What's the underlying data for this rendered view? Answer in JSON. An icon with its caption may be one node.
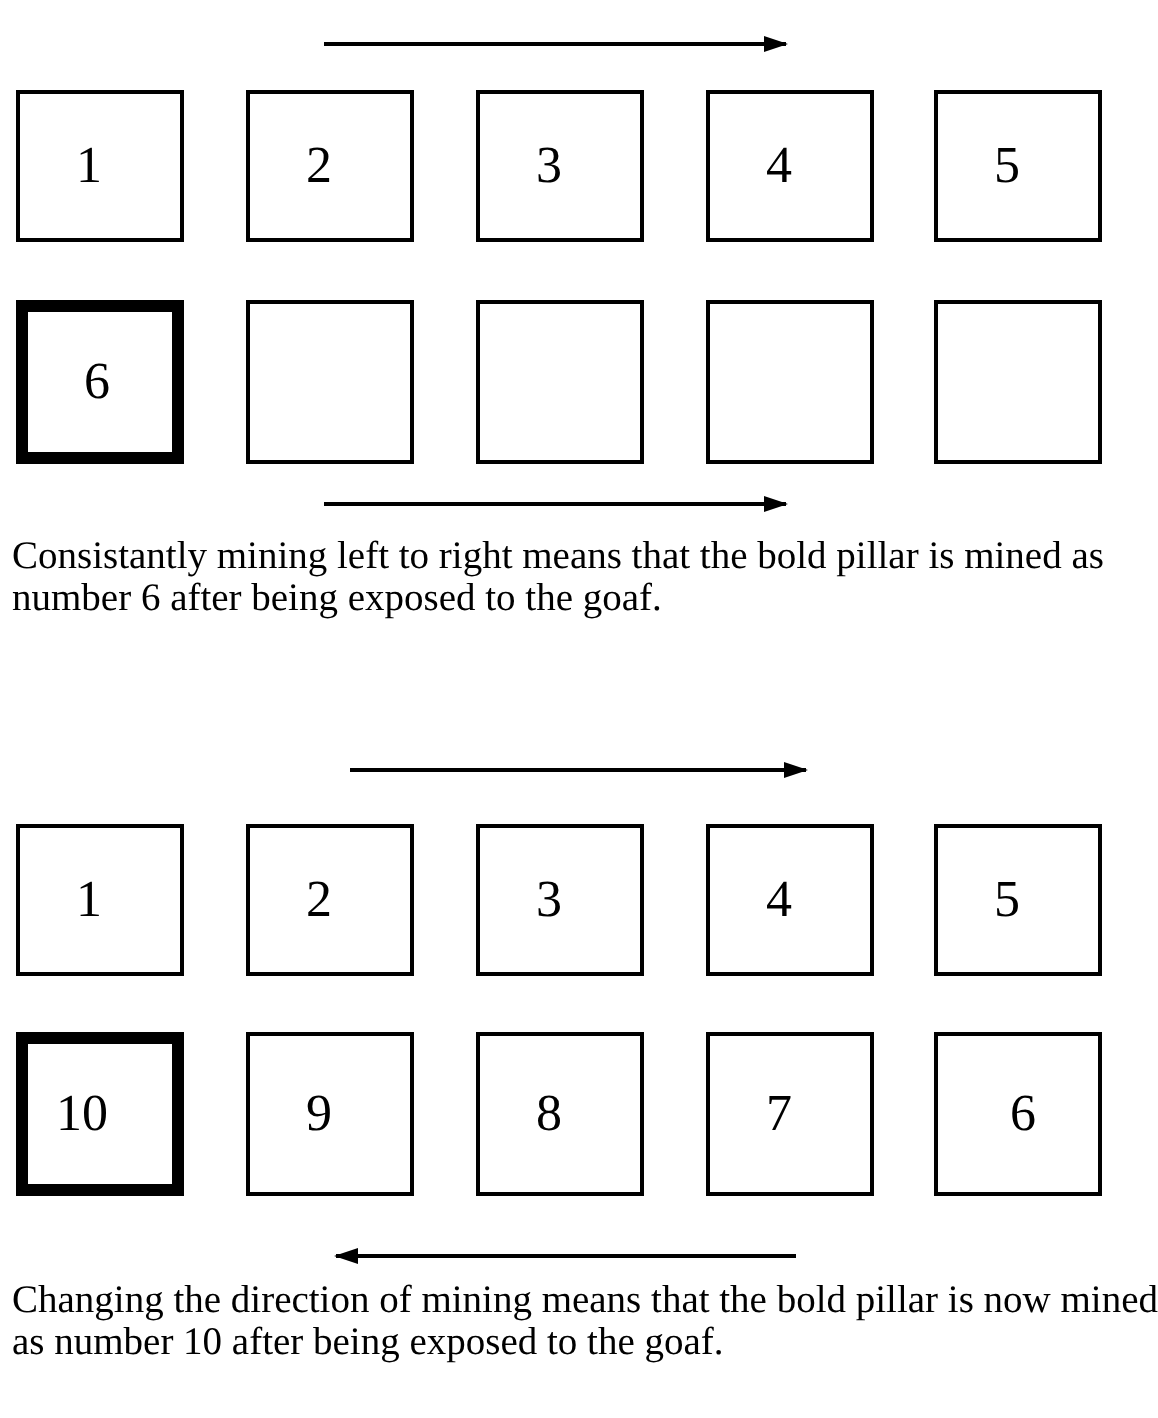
{
  "diagram": {
    "nodes": [
      {
        "text": [
          "1"
        ]
      },
      {
        "text": [
          "2"
        ]
      },
      {
        "text": [
          "3"
        ]
      },
      {
        "text": [
          "4"
        ]
      },
      {
        "text": [
          "5"
        ]
      },
      {
        "text": [
          "6"
        ]
      },
      {
        "text": [],
        "shape": "box"
      },
      {
        "text": [],
        "shape": "box"
      },
      {
        "text": [],
        "shape": "box"
      },
      {
        "text": [],
        "shape": "box"
      },
      {
        "text": [
          "1"
        ]
      },
      {
        "text": [
          "2"
        ]
      },
      {
        "text": [
          "3"
        ]
      },
      {
        "text": [
          "4"
        ]
      },
      {
        "text": [
          "5"
        ]
      },
      {
        "text": [
          "10"
        ]
      },
      {
        "text": [
          "9"
        ]
      },
      {
        "text": [
          "8"
        ]
      },
      {
        "text": [
          "7"
        ]
      },
      {
        "text": [
          "6"
        ]
      }
    ],
    "labels": [
      "Consistantly mining left to right means that the bold pillar is mined as number 6 after being exposed to the goaf.",
      "Changing the direction of mining means that the bold pillar is now mined as number 10 after being exposed to the goaf."
    ]
  }
}
